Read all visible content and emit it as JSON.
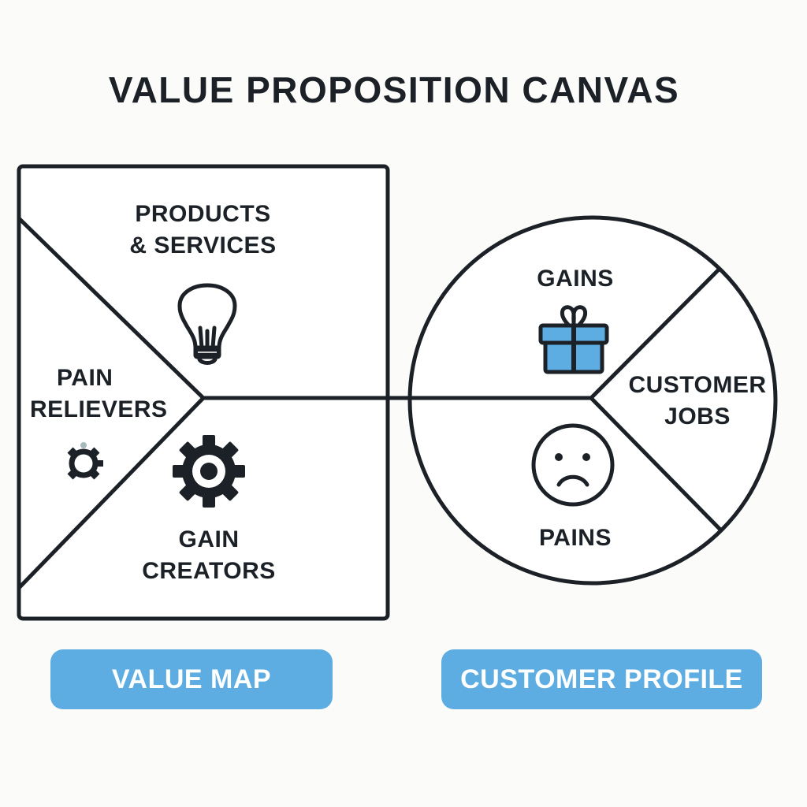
{
  "title": "VALUE PROPOSITION CANVAS",
  "value_map": {
    "products_services": {
      "line1": "PRODUCTS",
      "line2": "& SERVICES",
      "icon": "lightbulb-icon"
    },
    "pain_relievers": {
      "line1": "PAIN",
      "line2": "RELIEVERS",
      "icon": "gear-outline-icon"
    },
    "gain_creators": {
      "line1": "GAIN",
      "line2": "CREATORS",
      "icon": "gear-icon"
    }
  },
  "customer_profile": {
    "gains": {
      "label": "GAINS",
      "icon": "gift-icon"
    },
    "customer_jobs": {
      "line1": "CUSTOMER",
      "line2": "JOBS"
    },
    "pains": {
      "label": "PAINS",
      "icon": "sad-face-icon"
    }
  },
  "buttons": {
    "value_map": "VALUE MAP",
    "customer_profile": "CUSTOMER PROFILE"
  },
  "colors": {
    "stroke": "#1b2126",
    "accent": "#5dade2",
    "background": "#fbfbfa"
  }
}
